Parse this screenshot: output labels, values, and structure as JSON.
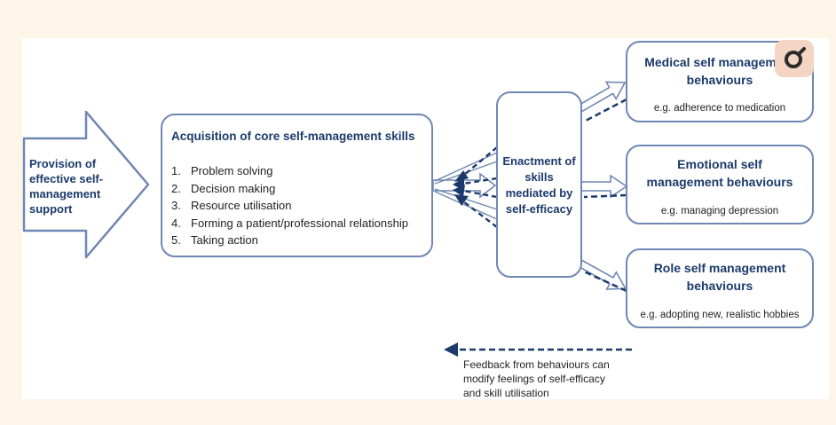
{
  "provision": {
    "label": "Provision of effective self-management support"
  },
  "acquisition": {
    "title": "Acquisition of core self-management skills",
    "steps": [
      {
        "num": "1.",
        "text": "Problem solving"
      },
      {
        "num": "2.",
        "text": "Decision making"
      },
      {
        "num": "3.",
        "text": "Resource utilisation"
      },
      {
        "num": "4.",
        "text": "Forming a patient/professional relationship"
      },
      {
        "num": "5.",
        "text": "Taking action"
      }
    ]
  },
  "enactment": {
    "label": "Enactment of skills mediated by self-efficacy"
  },
  "outcomes": {
    "medical": {
      "title_line1": "Medical self management",
      "title_line2": "behaviours",
      "example": "e.g. adherence to medication"
    },
    "emotional": {
      "title_line1": "Emotional self",
      "title_line2": "management behaviours",
      "example": "e.g. managing depression"
    },
    "role": {
      "title_line1": "Role self management",
      "title_line2": "behaviours",
      "example": "e.g. adopting new, realistic hobbies"
    }
  },
  "legend": {
    "line1": "Feedback from behaviours can",
    "line2": "modify feelings of self-efficacy",
    "line3": "and skill utilisation"
  },
  "zoom_button": {
    "icon": "magnifier-icon"
  },
  "colors": {
    "navy": "#1b3a6b",
    "border": "#6f87b3",
    "background": "#fdf6e8",
    "zoom_bg": "#f4d4c2"
  }
}
